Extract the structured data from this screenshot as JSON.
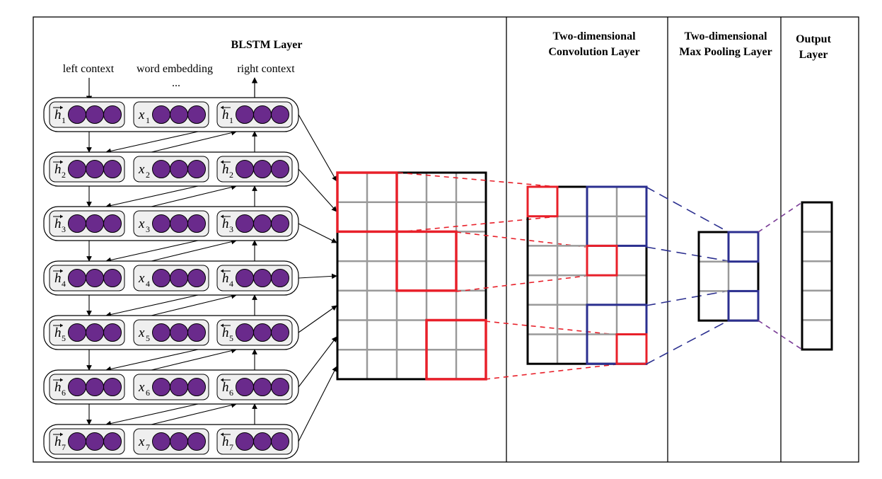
{
  "titles": {
    "blstm": "BLSTM Layer",
    "conv_line1": "Two-dimensional",
    "conv_line2": "Convolution Layer",
    "pool_line1": "Two-dimensional",
    "pool_line2": "Max Pooling Layer",
    "out_line1": "Output",
    "out_line2": "Layer"
  },
  "labels": {
    "left_context": "left context",
    "word_embedding": "word embedding",
    "ellipsis": "...",
    "right_context": "right context"
  },
  "symbols": {
    "forward_hidden": "h",
    "input": "x",
    "backward_hidden": "h"
  },
  "timesteps": [
    "1",
    "2",
    "3",
    "4",
    "5",
    "6",
    "7"
  ],
  "units_per_block": 3,
  "colors": {
    "neuron": "#6a2a8c",
    "highlight_red": "#e8202a",
    "highlight_blue": "#2b2f8f",
    "grid_gray": "#9a9a9a",
    "pool_link_purple": "#7a3c96"
  }
}
